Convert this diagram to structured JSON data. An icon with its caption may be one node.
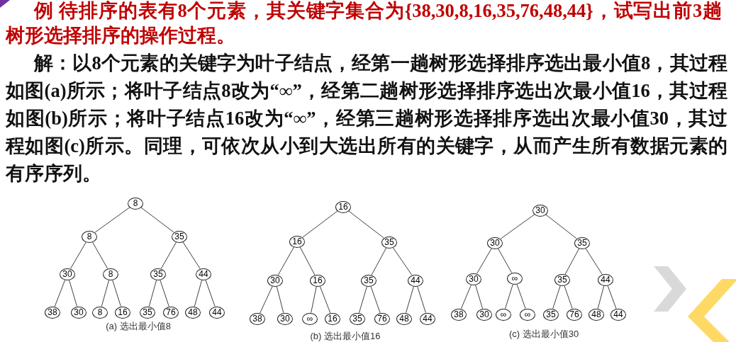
{
  "diagram": {
    "nodes": [
      {
        "text": [
          "8"
        ]
      },
      {
        "text": [
          "8"
        ]
      },
      {
        "text": [
          "35"
        ]
      },
      {
        "text": [
          "30"
        ]
      },
      {
        "text": [
          "8"
        ]
      },
      {
        "text": [
          "35"
        ]
      },
      {
        "text": [
          "44"
        ]
      },
      {
        "text": [
          "38"
        ]
      },
      {
        "text": [
          "30"
        ]
      },
      {
        "text": [
          "8"
        ]
      },
      {
        "text": [
          "16"
        ]
      },
      {
        "text": [
          "35"
        ]
      },
      {
        "text": [
          "76"
        ]
      },
      {
        "text": [
          "48"
        ]
      },
      {
        "text": [
          "44"
        ]
      },
      {
        "text": [
          "16"
        ]
      },
      {
        "text": [
          "16"
        ]
      },
      {
        "text": [
          "35"
        ]
      },
      {
        "text": [
          "30"
        ]
      },
      {
        "text": [
          "16"
        ]
      },
      {
        "text": [
          "35"
        ]
      },
      {
        "text": [
          "44"
        ]
      },
      {
        "text": [
          "38"
        ]
      },
      {
        "text": [
          "30"
        ]
      },
      {
        "text": [
          "∞"
        ]
      },
      {
        "text": [
          "16"
        ]
      },
      {
        "text": [
          "35"
        ]
      },
      {
        "text": [
          "76"
        ]
      },
      {
        "text": [
          "48"
        ]
      },
      {
        "text": [
          "44"
        ]
      },
      {
        "text": [
          "30"
        ]
      },
      {
        "text": [
          "30"
        ]
      },
      {
        "text": [
          "35"
        ]
      },
      {
        "text": [
          "30"
        ]
      },
      {
        "text": [
          "∞"
        ]
      },
      {
        "text": [
          "35"
        ]
      },
      {
        "text": [
          "44"
        ]
      },
      {
        "text": [
          "38"
        ]
      },
      {
        "text": [
          "30"
        ]
      },
      {
        "text": [
          "∞"
        ]
      },
      {
        "text": [
          "∞"
        ]
      },
      {
        "text": [
          "35"
        ]
      },
      {
        "text": [
          "76"
        ]
      },
      {
        "text": [
          "48"
        ]
      },
      {
        "text": [
          "44"
        ]
      }
    ],
    "edges": [
      {
        "from": 0,
        "to": 1,
        "arrow": "none"
      },
      {
        "from": 0,
        "to": 2,
        "arrow": "none"
      },
      {
        "from": 1,
        "to": 3,
        "arrow": "none"
      },
      {
        "from": 1,
        "to": 4,
        "arrow": "none"
      },
      {
        "from": 2,
        "to": 5,
        "arrow": "none"
      },
      {
        "from": 2,
        "to": 6,
        "arrow": "none"
      },
      {
        "from": 3,
        "to": 7,
        "arrow": "none"
      },
      {
        "from": 3,
        "to": 8,
        "arrow": "none"
      },
      {
        "from": 4,
        "to": 9,
        "arrow": "none"
      },
      {
        "from": 4,
        "to": 10,
        "arrow": "none"
      },
      {
        "from": 5,
        "to": 11,
        "arrow": "none"
      },
      {
        "from": 5,
        "to": 12,
        "arrow": "none"
      },
      {
        "from": 6,
        "to": 13,
        "arrow": "none"
      },
      {
        "from": 6,
        "to": 14,
        "arrow": "none"
      },
      {
        "from": 15,
        "to": 16,
        "arrow": "none"
      },
      {
        "from": 15,
        "to": 17,
        "arrow": "none"
      },
      {
        "from": 16,
        "to": 18,
        "arrow": "none"
      },
      {
        "from": 16,
        "to": 19,
        "arrow": "none"
      },
      {
        "from": 17,
        "to": 20,
        "arrow": "none"
      },
      {
        "from": 17,
        "to": 21,
        "arrow": "none"
      },
      {
        "from": 18,
        "to": 22,
        "arrow": "none"
      },
      {
        "from": 18,
        "to": 23,
        "arrow": "none"
      },
      {
        "from": 19,
        "to": 24,
        "arrow": "none"
      },
      {
        "from": 19,
        "to": 25,
        "arrow": "none"
      },
      {
        "from": 20,
        "to": 26,
        "arrow": "none"
      },
      {
        "from": 20,
        "to": 27,
        "arrow": "none"
      },
      {
        "from": 21,
        "to": 28,
        "arrow": "none"
      },
      {
        "from": 21,
        "to": 29,
        "arrow": "none"
      },
      {
        "from": 30,
        "to": 31,
        "arrow": "none"
      },
      {
        "from": 30,
        "to": 32,
        "arrow": "none"
      },
      {
        "from": 31,
        "to": 33,
        "arrow": "none"
      },
      {
        "from": 31,
        "to": 34,
        "arrow": "none"
      },
      {
        "from": 32,
        "to": 35,
        "arrow": "none"
      },
      {
        "from": 32,
        "to": 36,
        "arrow": "none"
      },
      {
        "from": 33,
        "to": 37,
        "arrow": "none"
      },
      {
        "from": 33,
        "to": 38,
        "arrow": "none"
      },
      {
        "from": 34,
        "to": 39,
        "arrow": "none"
      },
      {
        "from": 34,
        "to": 40,
        "arrow": "none"
      },
      {
        "from": 35,
        "to": 41,
        "arrow": "none"
      },
      {
        "from": 35,
        "to": 42,
        "arrow": "none"
      },
      {
        "from": 36,
        "to": 43,
        "arrow": "none"
      },
      {
        "from": 36,
        "to": 44,
        "arrow": "none"
      }
    ],
    "labels": [
      "例 待排序的表有8个元素，其关键字集合为{38,30,8,16,35,76,48,44}，试写出前3趟树形选择排序的操作过程。",
      "解：以8个元素的关键字为叶子结点，经第一趟树形选择排序选出最小值8，其过程如图(a)所示；将叶子结点8改为“∞”，经第二趟树形选择排序选出次最小值16，其过程如图(b)所示；将叶子结点16改为“∞”，经第三趟树形选择排序选出次最小值30，其过程如图(c)所示。同理，可依次从小到大选出所有的关键字，从而产生所有数据元素的有序序列。",
      "(a) 选出最小值8",
      "(b) 选出最小值16",
      "(c) 选出最小值30"
    ]
  }
}
